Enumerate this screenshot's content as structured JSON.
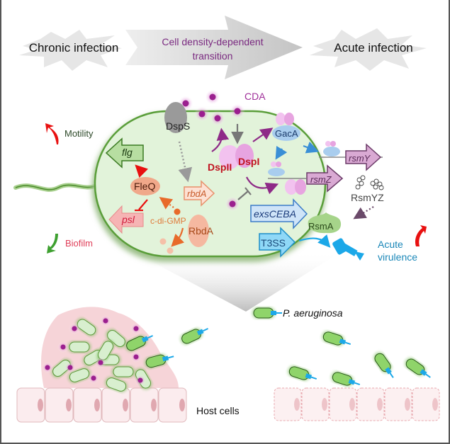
{
  "header": {
    "left_stage": "Chronic infection",
    "transition_line1": "Cell density-dependent",
    "transition_line2": "transition",
    "right_stage": "Acute infection"
  },
  "cell": {
    "signal": "CDA",
    "sensor": "DspS",
    "enzyme_2": "DspII",
    "enzyme_1": "DspI",
    "regulator_gaca": "GacA",
    "gene_flg": "flg",
    "gene_psl": "psl",
    "regulator_fleq": "FleQ",
    "second_messenger": "c-di-GMP",
    "gene_rbda": "rbdA",
    "protein_rbda": "RbdA",
    "gene_rsmy": "rsmY",
    "gene_rsmz": "rsmZ",
    "rna_rsmyz": "RsmYZ",
    "gene_exs": "exsCEBA",
    "gene_t3ss": "T3SS",
    "protein_rsma": "RsmA"
  },
  "phenotypes": {
    "motility": "Motility",
    "biofilm": "Biofilm",
    "acute_line1": "Acute",
    "acute_line2": "virulence"
  },
  "bottom": {
    "organism": "P. aeruginosa",
    "host": "Host cells"
  },
  "colors": {
    "cell_fill": "#e2f3da",
    "cell_border": "#5a9e3a",
    "cda_purple": "#9b1f8f",
    "dsp_red": "#c0121f",
    "motility_text": "#2e4a2a",
    "biofilm_text": "#e0405a",
    "acute_text": "#1a87b8",
    "t3ss_blue": "#1ca8e8",
    "transition_text": "#7a2a80"
  }
}
